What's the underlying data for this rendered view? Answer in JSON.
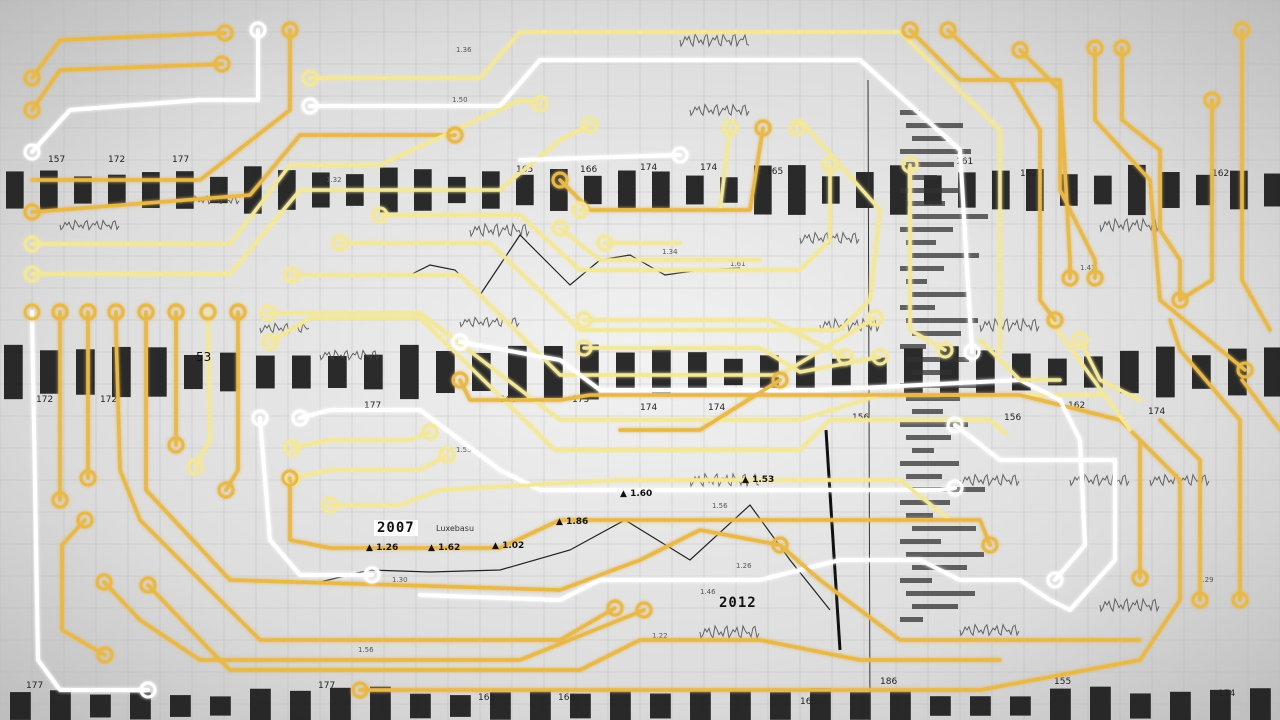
{
  "scene": {
    "accent_gold": "#e8b84a",
    "accent_yellow": "#f3e79a",
    "trace_white": "#ffffff",
    "paper": "#e6e6e6",
    "bar_dark": "#1a1a1a"
  },
  "chart": {
    "years": {
      "left": "2007",
      "right": "2012"
    },
    "legend_caption": "Luxebasu",
    "mid_number": "53",
    "markers": [
      {
        "label": "1.60"
      },
      {
        "label": "1.53"
      },
      {
        "label": "1.86"
      },
      {
        "label": "1.26"
      },
      {
        "label": "1.62"
      },
      {
        "label": "1.02"
      }
    ],
    "top_row_ticks": [
      "157",
      "172",
      "177",
      "166",
      "174",
      "174",
      "165",
      "165",
      "161",
      "162",
      "162"
    ],
    "middle_row_ticks": [
      "172",
      "172",
      "177",
      "165",
      "173",
      "174",
      "174",
      "156",
      "156",
      "162",
      "174"
    ],
    "bottom_row_ticks": [
      "177",
      "177",
      "165",
      "166",
      "165",
      "186",
      "155",
      "174"
    ],
    "small_values": [
      "1.36",
      "1.30",
      "1.50",
      "1.34",
      "1.61",
      "1.55",
      "1.56",
      "1.46",
      "1.22",
      "1.32",
      "1.29",
      "1.43",
      "1.56",
      "1.26"
    ]
  }
}
